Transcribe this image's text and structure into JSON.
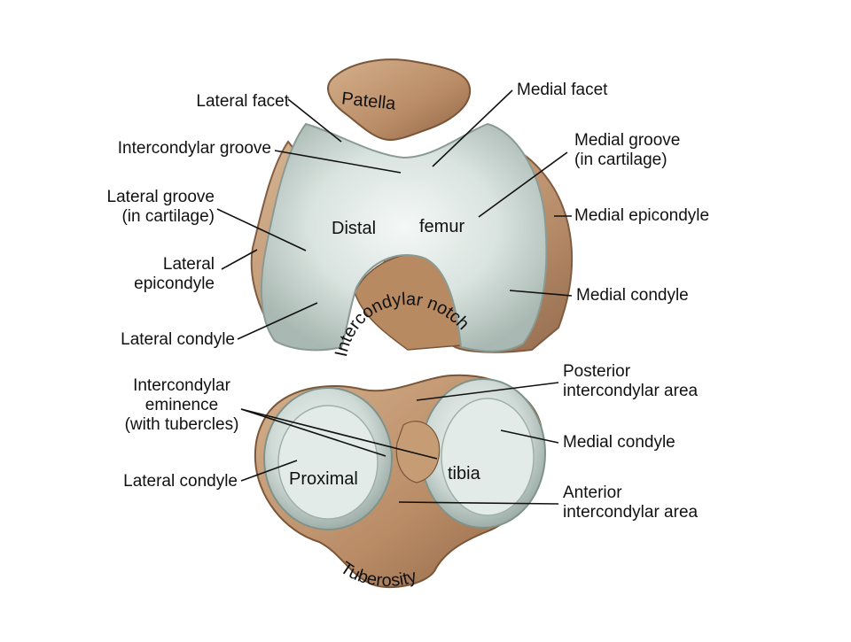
{
  "bone_labels": {
    "patella": "Patella",
    "distal": "Distal",
    "femur": "femur",
    "intercondylar_notch": "Intercondylar notch",
    "proximal": "Proximal",
    "tibia": "tibia",
    "tuberosity": "Tuberosity"
  },
  "callouts": {
    "lateral_facet": "Lateral facet",
    "intercondylar_groove": "Intercondylar groove",
    "lateral_groove": "Lateral groove\n(in cartilage)",
    "lateral_epicondyle": "Lateral\nepicondyle",
    "lateral_condyle_femur": "Lateral condyle",
    "medial_facet": "Medial facet",
    "medial_groove": "Medial groove\n(in cartilage)",
    "medial_epicondyle": "Medial epicondyle",
    "medial_condyle_femur": "Medial condyle",
    "intercondylar_eminence": "Intercondylar\neminence\n(with tubercles)",
    "lateral_condyle_tibia": "Lateral condyle",
    "posterior_intercondylar_area": "Posterior\nintercondylar area",
    "medial_condyle_tibia": "Medial condyle",
    "anterior_intercondylar_area": "Anterior\nintercondylar area"
  }
}
